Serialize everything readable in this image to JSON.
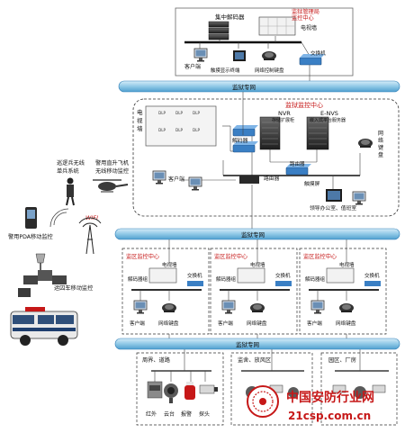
{
  "top_center": {
    "title": "监狱管理局\n监控中心",
    "decoder": "集中解码器",
    "tv_wall": "电视墙",
    "client": "客户端",
    "touch_terminal": "触摸显示终端",
    "net_keyboard": "网络控制键盘",
    "switch": "交换机"
  },
  "network": {
    "label": "监狱专网"
  },
  "prison_center": {
    "title": "监狱监控中心",
    "tv_wall": "电视墙",
    "decoder": "解码器",
    "router": "路由器",
    "client": "客户端",
    "nvr": "NVR\n存储扩展柜",
    "envs": "E-NVS\n嵌入式平台服务器",
    "net_keyboard": "网络键盘",
    "touch_screen": "触摸屏",
    "office": "领导办公室、值班室",
    "cell_label": "DLP"
  },
  "mobile": {
    "patrol": "巡逻兵无线\n单兵系统",
    "police_heli": "警用直升飞机\n无线移动监控",
    "wifi": "WIFI",
    "pda": "警用PDA移动监控",
    "transport": "运囚车移动监控"
  },
  "sub_centers": {
    "title": "监区监控中心",
    "tv_wall": "电视墙",
    "decoder": "解码器组",
    "switch": "交换机",
    "client": "客户端",
    "keyboard": "网络键盘"
  },
  "areas": [
    {
      "title": "周界、道路"
    },
    {
      "title": "监舍、放风区"
    },
    {
      "title": "园区、厂房"
    }
  ],
  "devices": {
    "infrared": "红外",
    "ptz": "云台",
    "alarm": "报警",
    "camera": "探头"
  },
  "watermark": {
    "cn": "中国安防行业网",
    "url": "21csp.com.cn"
  },
  "colors": {
    "bus": "#8fc8e6",
    "bus_edge": "#2f7fb7",
    "text_red": "#c61818"
  }
}
